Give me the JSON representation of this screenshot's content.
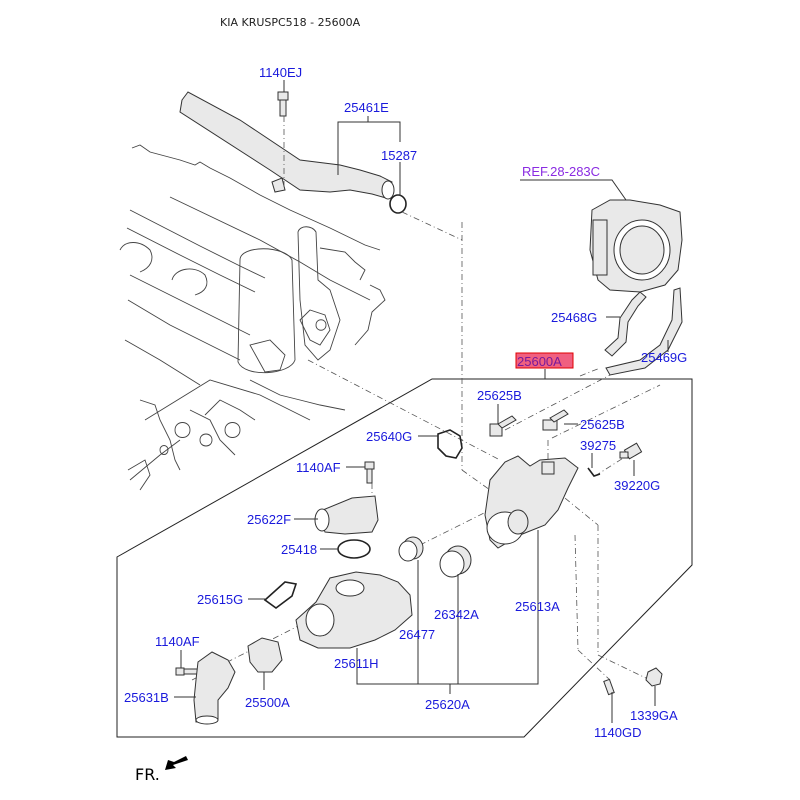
{
  "header": {
    "title": "KIA KRUSPC518 - 25600A"
  },
  "colors": {
    "label": "#1a1adc",
    "reference": "#8a2be2",
    "highlight_fill": "#f06080",
    "highlight_border": "#e00000"
  },
  "labels": {
    "p1140EJ": "1140EJ",
    "p25461E": "25461E",
    "p15287": "15287",
    "ref": "REF.28-283C",
    "p25468G": "25468G",
    "p25469G": "25469G",
    "p25600A": "25600A",
    "p25625B_1": "25625B",
    "p25625B_2": "25625B",
    "p39275": "39275",
    "p39220G": "39220G",
    "p25640G": "25640G",
    "p1140AF_1": "1140AF",
    "p25622F": "25622F",
    "p25418": "25418",
    "p25615G": "25615G",
    "p26477": "26477",
    "p26342A": "26342A",
    "p25613A": "25613A",
    "p1140AF_2": "1140AF",
    "p25611H": "25611H",
    "p25631B": "25631B",
    "p25500A": "25500A",
    "p25620A": "25620A",
    "p1339GA": "1339GA",
    "p1140GD": "1140GD"
  },
  "orientation": {
    "label": "FR.",
    "icon": "front-direction-arrow-icon"
  }
}
